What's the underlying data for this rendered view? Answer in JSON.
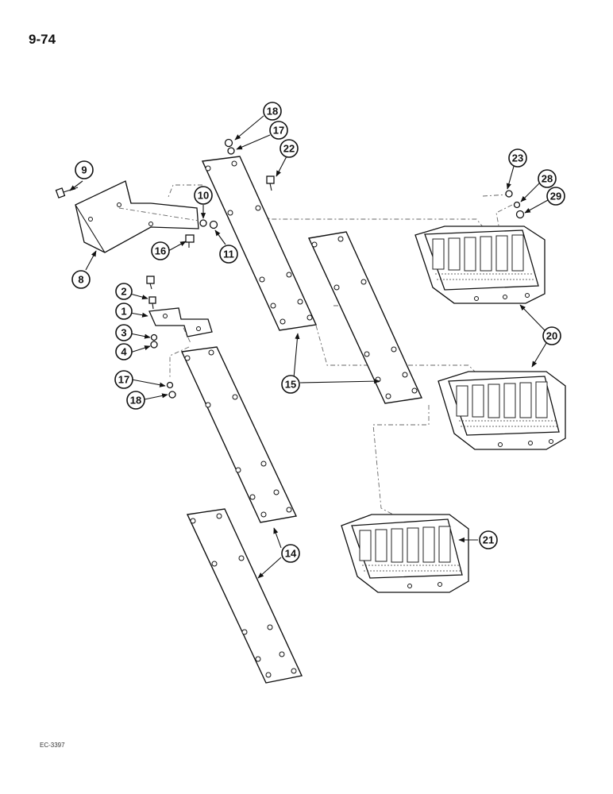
{
  "page": {
    "number": "9-74",
    "figure_code": "EC-3397"
  },
  "callouts": {
    "c1": "1",
    "c2": "2",
    "c3": "3",
    "c4": "4",
    "c8": "8",
    "c9": "9",
    "c10": "10",
    "c11": "11",
    "c14": "14",
    "c15": "15",
    "c16": "16",
    "c17a": "17",
    "c17b": "17",
    "c18a": "18",
    "c18b": "18",
    "c20": "20",
    "c21": "21",
    "c22": "22",
    "c23": "23",
    "c28": "28",
    "c29": "29"
  }
}
